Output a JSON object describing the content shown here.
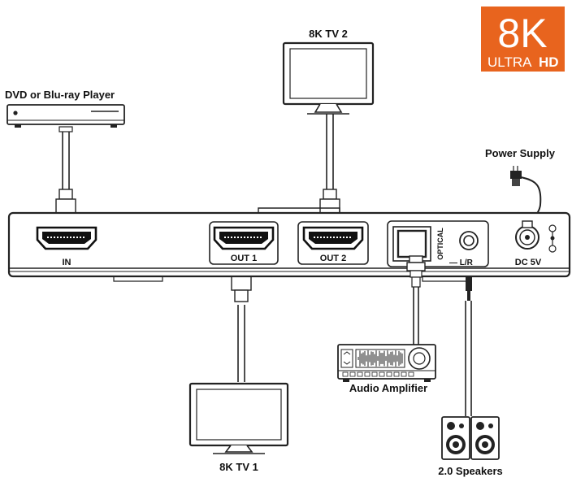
{
  "logo": {
    "resolution": "8K",
    "line1": "ULTRA",
    "line2": "HD",
    "color": "#e8641e"
  },
  "devices": {
    "source": "DVD or Blu-ray Player",
    "tv2": "8K TV 2",
    "tv1": "8K TV 1",
    "power": "Power Supply",
    "amplifier": "Audio Amplifier",
    "speakers": "2.0 Speakers"
  },
  "ports": {
    "in": "IN",
    "out1": "OUT 1",
    "out2": "OUT 2",
    "optical": "OPTICAL",
    "lr": "— L/R",
    "dc": "DC 5V"
  }
}
